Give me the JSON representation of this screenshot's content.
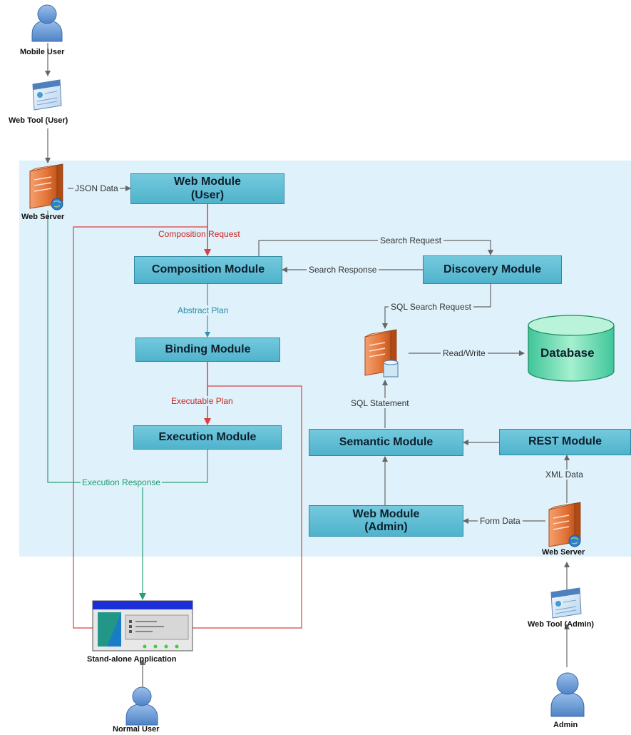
{
  "modules": {
    "web_module_user": "Web Module\n(User)",
    "composition": "Composition Module",
    "discovery": "Discovery Module",
    "binding": "Binding Module",
    "execution": "Execution Module",
    "semantic": "Semantic Module",
    "rest": "REST Module",
    "web_module_admin": "Web Module\n(Admin)"
  },
  "database": "Database",
  "entities": {
    "mobile_user": "Mobile User",
    "web_tool_user": "Web Tool (User)",
    "web_server_user": "Web Server",
    "web_server_admin": "Web Server",
    "web_tool_admin": "Web Tool (Admin)",
    "admin": "Admin",
    "standalone_app": "Stand-alone Application",
    "normal_user": "Normal User"
  },
  "edges": {
    "json_data": "JSON Data",
    "composition_request": "Composition Request",
    "search_request": "Search Request",
    "search_response": "Search Response",
    "abstract_plan": "Abstract Plan",
    "sql_search_request": "SQL Search Request",
    "read_write": "Read/Write",
    "executable_plan": "Executable Plan",
    "sql_statement": "SQL Statement",
    "execution_response": "Execution Response",
    "xml_data": "XML Data",
    "form_data": "Form Data"
  },
  "colors": {
    "region": "#dff1fa",
    "module_fill": "#5bbcd3",
    "red_flow": "#d94040",
    "green_flow": "#2aa077",
    "teal_flow": "#3a8fb0",
    "gray_flow": "#666666"
  }
}
